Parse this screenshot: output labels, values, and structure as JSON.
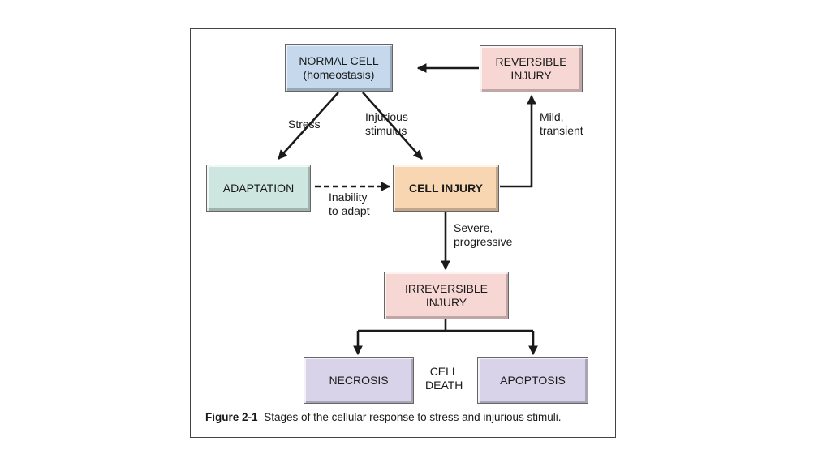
{
  "boxes": {
    "normal_cell": {
      "line1": "NORMAL CELL",
      "line2": "(homeostasis)",
      "color": "#c5d8ec"
    },
    "reversible_injury": {
      "line1": "REVERSIBLE",
      "line2": "INJURY",
      "color": "#f6d7d4"
    },
    "adaptation": {
      "label": "ADAPTATION",
      "color": "#cde6df"
    },
    "cell_injury": {
      "label": "CELL INJURY",
      "color": "#f9d6b2"
    },
    "irreversible_injury": {
      "line1": "IRREVERSIBLE",
      "line2": "INJURY",
      "color": "#f6d7d4"
    },
    "necrosis": {
      "label": "NECROSIS",
      "color": "#d9d3ea"
    },
    "apoptosis": {
      "label": "APOPTOSIS",
      "color": "#d9d3ea"
    }
  },
  "labels": {
    "stress": "Stress",
    "injurious_stimulus": {
      "line1": "Injurious",
      "line2": "stimulus"
    },
    "mild_transient": {
      "line1": "Mild,",
      "line2": "transient"
    },
    "inability_to_adapt": {
      "line1": "Inability",
      "line2": "to adapt"
    },
    "severe_progressive": {
      "line1": "Severe,",
      "line2": "progressive"
    },
    "cell_death": {
      "line1": "CELL",
      "line2": "DEATH"
    }
  },
  "caption": {
    "figure_label": "Figure 2-1",
    "text": "Stages of the cellular response to stress and injurious stimuli."
  }
}
